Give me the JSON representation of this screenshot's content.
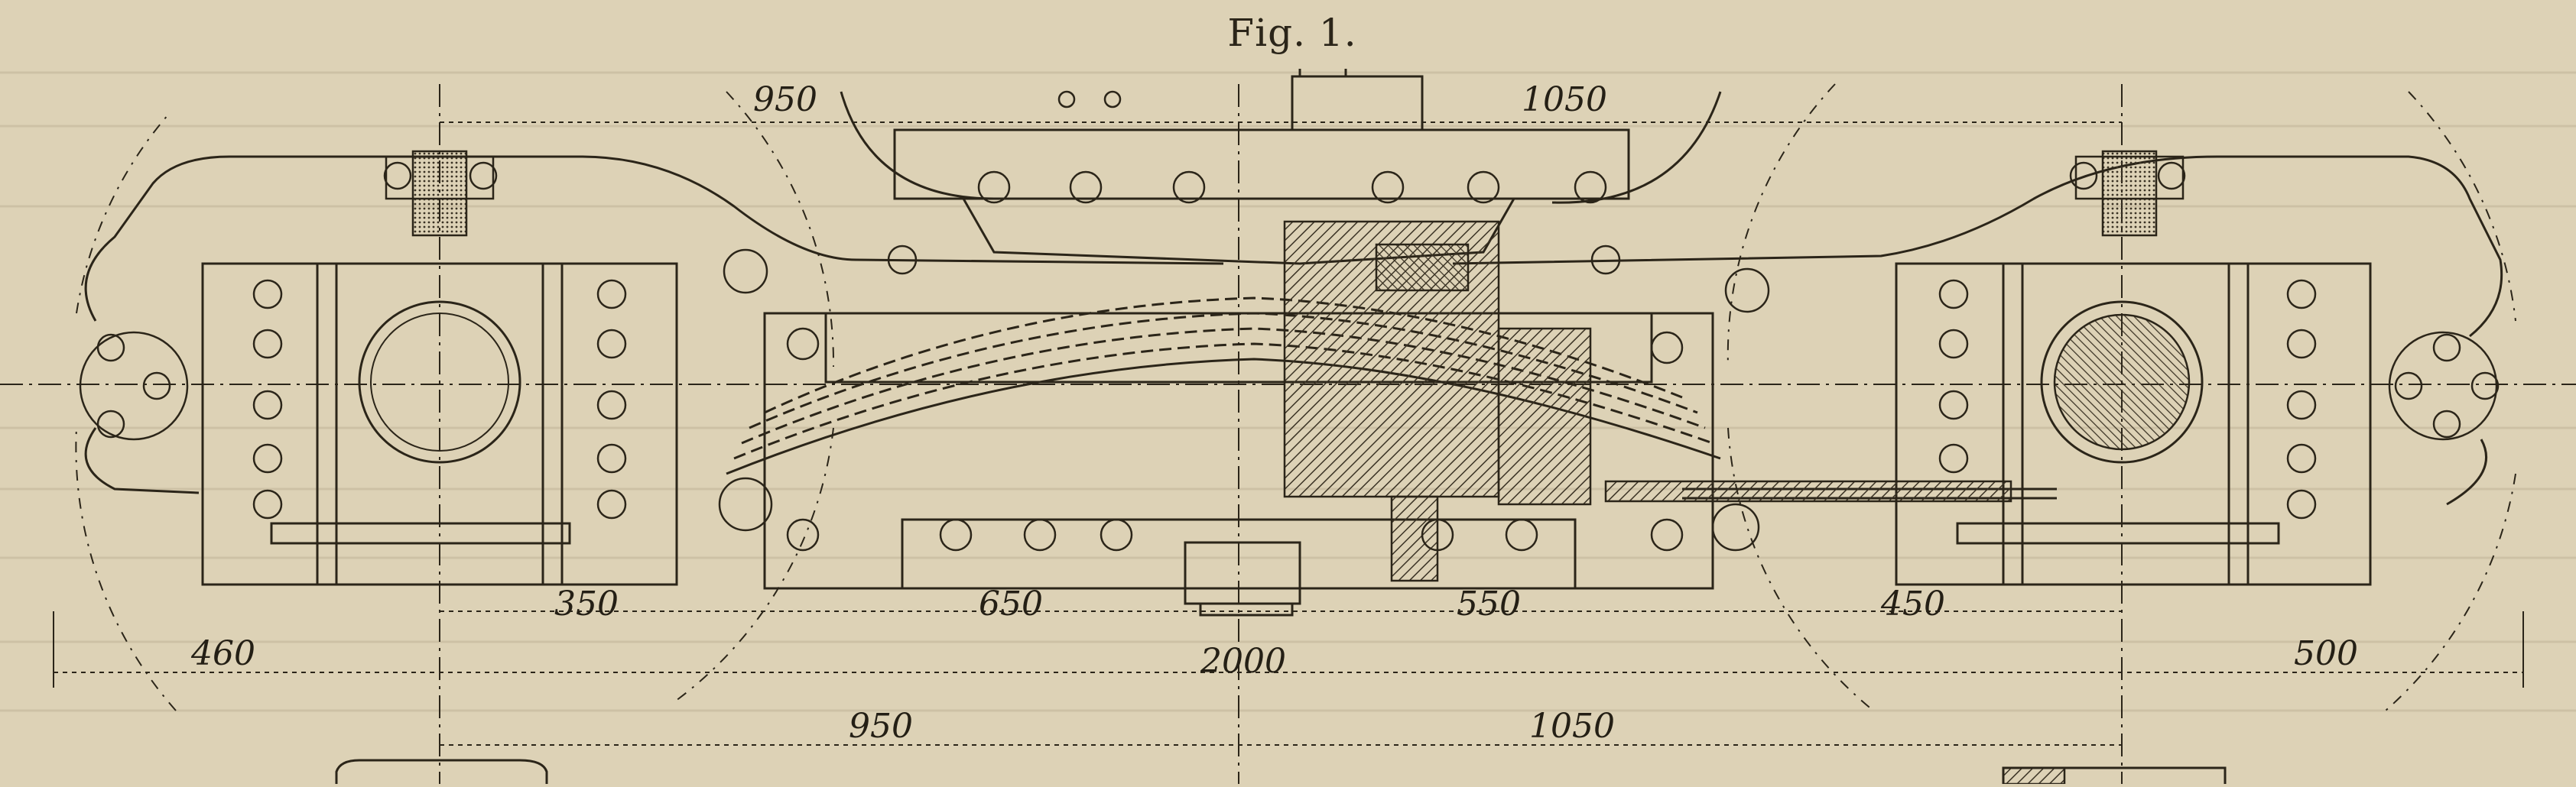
{
  "figure": {
    "title": "Fig. 1.",
    "dimensions": {
      "top_left_950": "950",
      "top_right_1050": "1050",
      "d_350": "350",
      "d_650": "650",
      "d_550": "550",
      "d_450": "450",
      "d_460": "460",
      "d_2000": "2000",
      "d_500": "500",
      "bottom_950": "950",
      "bottom_1050": "1050"
    },
    "colors": {
      "paper": "#ddd2b6",
      "ink": "#2b2519",
      "faint_ink": "#b3a78c"
    }
  }
}
